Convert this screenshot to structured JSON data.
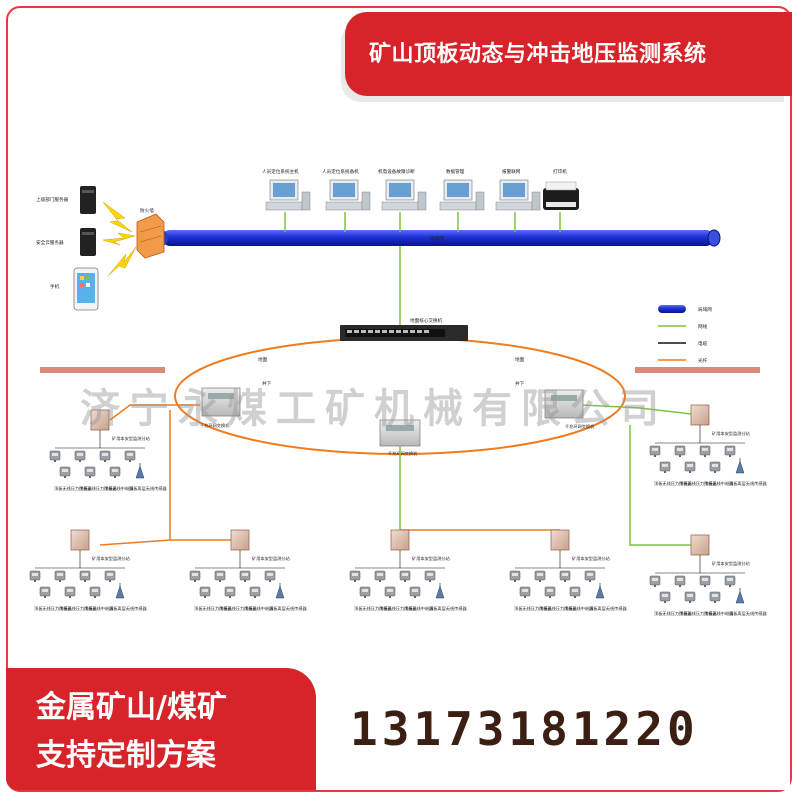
{
  "header": {
    "title": "矿山顶板动态与冲击地压监测系统"
  },
  "servers": [
    {
      "label": "上级部门服务器"
    },
    {
      "label": "安全云服务器"
    },
    {
      "label": "手机"
    }
  ],
  "firewall": {
    "label": "防火墙"
  },
  "workstations": [
    {
      "label": "人员定位系统主机"
    },
    {
      "label": "人员定位系统备机"
    },
    {
      "label": "机电设备故障诊断"
    },
    {
      "label": "数据管理"
    },
    {
      "label": "报警联网"
    },
    {
      "label": "打印机"
    }
  ],
  "network": {
    "lan_label": "局域网",
    "core_switch_label": "地面核心交换机",
    "surface_left": "地面",
    "surface_right": "地面",
    "underground_left": "井下",
    "underground_right": "井下",
    "ring_switches": [
      "千兆环网交换机",
      "千兆环网交换机",
      "千兆环网交换机"
    ]
  },
  "legend": [
    {
      "label": "局域网",
      "color": "#1c2fd6",
      "kind": "pipe"
    },
    {
      "label": "网线",
      "color": "#7cc442",
      "kind": "line"
    },
    {
      "label": "电缆",
      "color": "#111111",
      "kind": "line"
    },
    {
      "label": "光纤",
      "color": "#f07b1f",
      "kind": "line"
    }
  ],
  "substation": {
    "label": "矿用本安型监测分站",
    "sensors": [
      {
        "label": "顶板无线压力传感器"
      },
      {
        "label": "顶板无线压力传感器"
      },
      {
        "label": "顶板无线中继器"
      },
      {
        "label": "顶板离层无线传感器"
      }
    ]
  },
  "watermark": "济宁永煤工矿机械有限公司",
  "promo": {
    "line1": "金属矿山/煤矿",
    "line2": "支持定制方案"
  },
  "contact": {
    "phone": "13173181220"
  },
  "colors": {
    "brand_red": "#d7242b",
    "fiber": "#f07b1f",
    "network_cable": "#7cc442",
    "lan_pipe": "#1c2fd6"
  }
}
